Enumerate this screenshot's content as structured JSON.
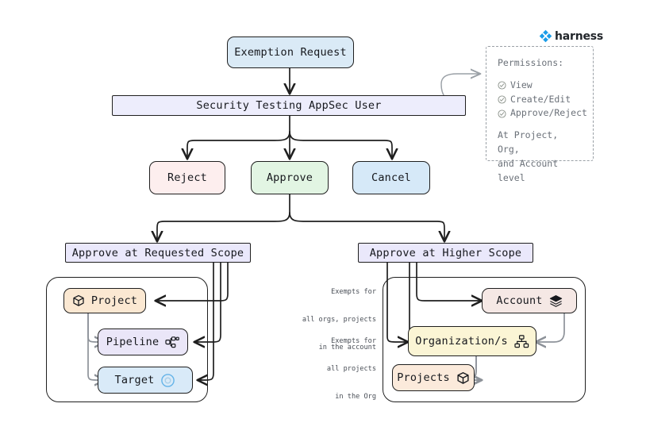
{
  "brand": {
    "name": "harness",
    "logo_icon": "harness-diamond-logo",
    "accent": "#1a9ce8"
  },
  "flow": {
    "entry": {
      "label": "Exemption Request",
      "color": "#daeaf6"
    },
    "actor": {
      "label": "Security Testing AppSec User",
      "color": "#ededfc"
    },
    "actions": [
      {
        "label": "Reject",
        "color": "#fdeeee"
      },
      {
        "label": "Approve",
        "color": "#e2f5e3"
      },
      {
        "label": "Cancel",
        "color": "#d6e9f8"
      }
    ],
    "scopes": [
      {
        "label": "Approve at Requested Scope",
        "color": "#eae8fb"
      },
      {
        "label": "Approve at Higher Scope",
        "color": "#eae8fb"
      }
    ]
  },
  "permissions": {
    "title": "Permissions:",
    "items": [
      "View",
      "Create/Edit",
      "Approve/Reject"
    ],
    "check_icon": "check-circle-icon",
    "footer_line1": "At Project, Org,",
    "footer_line2": "and Account level"
  },
  "requested_scope": {
    "nodes": [
      {
        "label": "Project",
        "icon": "cube-icon",
        "color": "#fbe8d2"
      },
      {
        "label": "Pipeline",
        "icon": "pipeline-nodes-icon",
        "color": "#eae6f8"
      },
      {
        "label": "Target",
        "icon": "target-circle-icon",
        "color": "#d9eaf8"
      }
    ]
  },
  "higher_scope": {
    "nodes": [
      {
        "label": "Account",
        "icon": "layers-icon",
        "color": "#f5e8e5"
      },
      {
        "label": "Organization/s",
        "icon": "org-hierarchy-icon",
        "color": "#fbf5d5"
      },
      {
        "label": "Projects",
        "icon": "cube-icon",
        "color": "#fbeadb"
      }
    ],
    "edge_labels": [
      {
        "line1": "Exempts for",
        "line2": "all orgs, projects",
        "line3": "in the account"
      },
      {
        "line1": "Exempts for",
        "line2": "all projects",
        "line3": "in the Org"
      }
    ]
  }
}
